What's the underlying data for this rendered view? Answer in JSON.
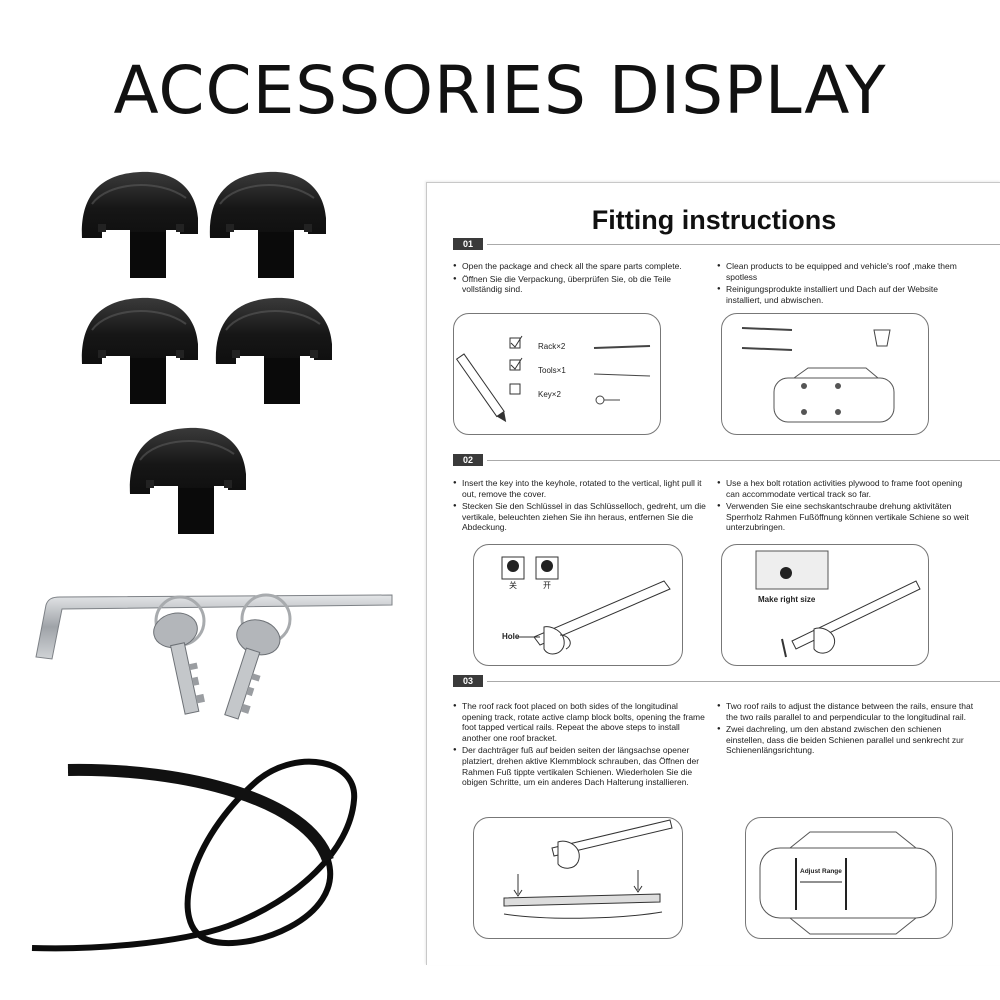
{
  "headline": "ACCESSORIES DISPLAY",
  "sheet": {
    "title": "Fitting instructions",
    "steps": [
      {
        "badge": "01",
        "left": [
          "Open the package and check all the spare parts complete.",
          "Öffnen Sie die Verpackung, überprüfen Sie, ob die Teile vollständig sind."
        ],
        "right": [
          "Clean products to be equipped and vehicle's roof ,make them spotless",
          "Reinigungsprodukte installiert und Dach auf der Website installiert, und abwischen."
        ],
        "checklist": {
          "rack": "Rack×2",
          "tools": "Tools×1",
          "key": "Key×2"
        }
      },
      {
        "badge": "02",
        "left": [
          "Insert the key into the keyhole, rotated to the vertical, light pull it out, remove the cover.",
          "Stecken Sie den Schlüssel in das Schlüsselloch, gedreht, um die vertikale, beleuchten ziehen Sie ihn heraus, entfernen Sie die Abdeckung."
        ],
        "right": [
          "Use a hex bolt rotation activities plywood to frame foot opening can accommodate vertical track so far.",
          "Verwenden Sie eine sechskantschraube drehung aktivitäten Sperrholz Rahmen Fußöffnung können vertikale Schiene so weit unterzubringen."
        ],
        "lock_close": "关",
        "lock_open": "开",
        "hole_label": "Hole",
        "make_right_size": "Make right size"
      },
      {
        "badge": "03",
        "left": [
          "The roof rack foot placed on both sides of the longitudinal opening track, rotate active clamp block bolts, opening the frame foot tapped vertical rails. Repeat the above steps to install another one roof bracket.",
          "Der dachträger fuß auf beiden seiten der längsachse opener platziert, drehen aktive Klemmblock schrauben, das Öffnen der Rahmen Fuß tippte vertikalen Schienen. Wiederholen Sie die obigen Schritte, um ein anderes Dach Halterung installieren."
        ],
        "right": [
          "Two roof rails to adjust the distance between the rails, ensure that the two rails parallel to and perpendicular to the longitudinal rail.",
          "Zwei dachreling, um den abstand zwischen den schienen einstellen, dass die beiden Schienen parallel und senkrecht zur Schienenlängsrichtung."
        ],
        "adjust_range": "Adjust Range"
      }
    ]
  },
  "colors": {
    "cap": "#141414",
    "steel": "#b9bcc0",
    "strip": "#0c0c0c",
    "badge": "#3a3a3a"
  },
  "icons": [
    "end-cap",
    "allen-key",
    "rack-key",
    "key-ring",
    "rubber-strip",
    "pencil-icon",
    "checkbox-icon",
    "car-topview",
    "bucket-icon",
    "lock-icon",
    "rack-foot"
  ]
}
